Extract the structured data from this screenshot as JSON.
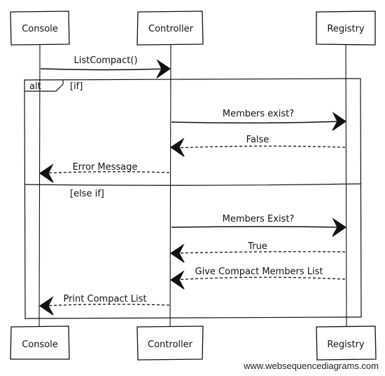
{
  "actors": {
    "console": "Console",
    "controller": "Controller",
    "registry": "Registry"
  },
  "messages": {
    "m1": "ListCompact()",
    "m2": "Members exist?",
    "m3": "False",
    "m4": "Error Message",
    "m5": "Members Exist?",
    "m6": "True",
    "m7": "Give Compact Members List",
    "m8": "Print Compact List"
  },
  "alt": {
    "label": "alt",
    "guard_if": "[if]",
    "guard_else": "[else if]"
  },
  "watermark": "www.websequencediagrams.com"
}
